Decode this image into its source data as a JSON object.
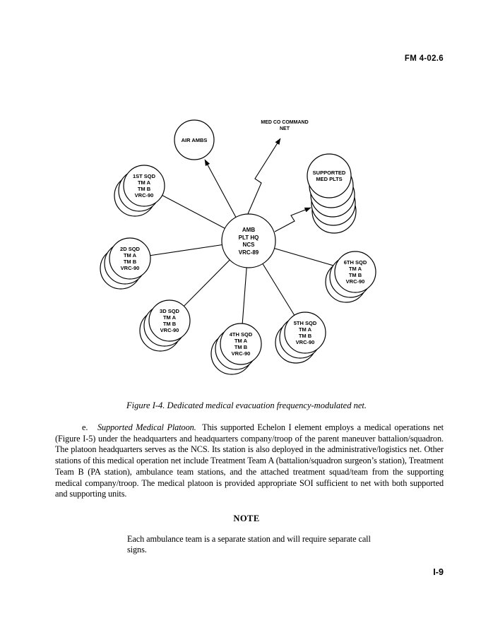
{
  "header": {
    "doc_number": "FM 4-02.6"
  },
  "figure": {
    "caption": "Figure I-4.  Dedicated medical evacuation frequency-modulated net.",
    "med_co_command_net": {
      "line1": "MED CO COMMAND",
      "line2": "NET"
    },
    "air_ambs": {
      "label": "AIR AMBS"
    },
    "supported_med_plts": {
      "line1": "SUPPORTED",
      "line2": "MED PLTS"
    },
    "center": {
      "line1": "AMB",
      "line2": "PLT HQ",
      "line3": "NCS",
      "line4": "VRC-89"
    },
    "squads": {
      "sqd1": {
        "line1": "1ST SQD",
        "line2": "TM A",
        "line3": "TM B",
        "line4": "VRC-90"
      },
      "sqd2": {
        "line1": "2D SQD",
        "line2": "TM A",
        "line3": "TM B",
        "line4": "VRC-90"
      },
      "sqd3": {
        "line1": "3D SQD",
        "line2": "TM A",
        "line3": "TM B",
        "line4": "VRC-90"
      },
      "sqd4": {
        "line1": "4TH SQD",
        "line2": "TM A",
        "line3": "TM B",
        "line4": "VRC-90"
      },
      "sqd5": {
        "line1": "5TH SQD",
        "line2": "TM A",
        "line3": "TM B",
        "line4": "VRC-90"
      },
      "sqd6": {
        "line1": "6TH SQD",
        "line2": "TM A",
        "line3": "TM B",
        "line4": "VRC-90"
      }
    }
  },
  "body": {
    "para_label": "e.",
    "para_title": "Supported Medical Platoon.",
    "para_text": "This supported Echelon I element employs a medical operations net (Figure I-5) under the headquarters and headquarters company/troop of the parent maneuver battalion/squadron.  The platoon headquarters serves as the NCS.  Its station is also deployed in the administrative/logistics net.  Other stations of this medical operation net include Treatment Team A (battalion/squadron surgeon’s station), Treatment Team B (PA station), ambulance team stations, and the attached treatment squad/team from the supporting medical company/troop.  The medical platoon is provided appropriate SOI sufficient to net with both supported and supporting units.",
    "note_heading": "NOTE",
    "note_text": "Each ambulance team is a separate station and will require separate call signs."
  },
  "footer": {
    "page_number": "I-9"
  }
}
